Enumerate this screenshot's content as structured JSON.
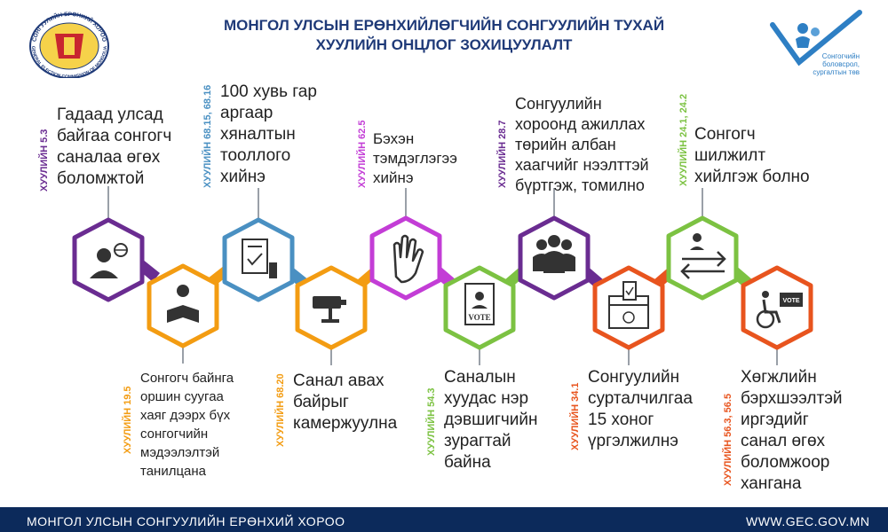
{
  "header": {
    "title_line1": "МОНГОЛ УЛСЫН ЕРӨНХИЙЛӨГЧИЙН СОНГУУЛИЙН ТУХАЙ",
    "title_line2": "ХУУЛИЙН ОНЦЛОГ ЗОХИЦУУЛАЛТ",
    "left_logo": {
      "ring_text_top": "СОНГУУЛИЙН ЕРӨНХИЙ ХОРОО",
      "ring_text_bottom": "GENERAL ELECTION COMMISSION OF MONGOLIA"
    },
    "right_logo": {
      "line1": "Сонгогчийн",
      "line2": "боловсрол,",
      "line3": "сургалтын төв"
    }
  },
  "items": [
    {
      "article": "ХУУЛИЙН 5.3",
      "color": "#6a2c91",
      "lines": [
        "Гадаад улсад",
        "байгаа сонгогч",
        "саналаа өгөх",
        "боломжтой"
      ],
      "icon": "globe-person-icon"
    },
    {
      "article": "ХУУЛИЙН 19.5",
      "color": "#f39c12",
      "lines": [
        "Сонгогч байнга",
        "оршин суугаа",
        "хаяг дээрх бүх",
        "сонгогчийн",
        "мэдээлэлтэй",
        "танилцана"
      ],
      "icon": "reading-person-icon"
    },
    {
      "article": "ХУУЛИЙН 68.15, 68.16",
      "color": "#4a90c2",
      "lines": [
        "100 хувь гар",
        "аргаар",
        "хяналтын",
        "тооллого",
        "хийнэ"
      ],
      "icon": "checklist-thumbs-up-icon"
    },
    {
      "article": "ХУУЛИЙН 68.20",
      "color": "#f39c12",
      "lines": [
        "Санал авах",
        "байрыг",
        "камержуулна"
      ],
      "icon": "security-camera-icon"
    },
    {
      "article": "ХУУЛИЙН 62.5",
      "color": "#c33dd6",
      "lines": [
        "Бэхэн",
        "тэмдэглэгээ",
        "хийнэ"
      ],
      "icon": "hand-icon"
    },
    {
      "article": "ХУУЛИЙН 54.3",
      "color": "#7cc242",
      "lines": [
        "Саналын",
        "хуудас нэр",
        "дэвшигчийн",
        "зурагтай",
        "байна"
      ],
      "icon": "vote-ballot-icon",
      "ballot_label": "VOTE"
    },
    {
      "article": "ХУУЛИЙН 28.7",
      "color": "#6a2c91",
      "lines": [
        "Сонгуулийн",
        "хороонд ажиллах",
        "төрийн албан",
        "хаагчийг нээлттэй",
        "бүртгэж, томилно"
      ],
      "icon": "group-people-icon"
    },
    {
      "article": "ХУУЛИЙН 34.1",
      "color": "#e8541e",
      "lines": [
        "Сонгуулийн",
        "сурталчилгаа",
        "15 хоног",
        "үргэлжилнэ"
      ],
      "icon": "ballot-box-icon"
    },
    {
      "article": "ХУУЛИЙН 24.1, 24.2",
      "color": "#7cc242",
      "lines": [
        "Сонгогч",
        "шилжилт",
        "хийлгэж болно"
      ],
      "icon": "transfer-arrows-icon"
    },
    {
      "article": "ХУУЛИЙН 56.3, 56.5",
      "color": "#e8541e",
      "lines": [
        "Хөгжлийн",
        "бэрхшээлтэй",
        "иргэдийг",
        "санал өгөх",
        "боломжоор",
        "хангана"
      ],
      "icon": "wheelchair-vote-icon",
      "ballot_label": "VOTE"
    }
  ],
  "footer": {
    "left": "МОНГОЛ УЛСЫН СОНГУУЛИЙН ЕРӨНХИЙ ХОРОО",
    "right": "WWW.GEC.GOV.MN"
  }
}
